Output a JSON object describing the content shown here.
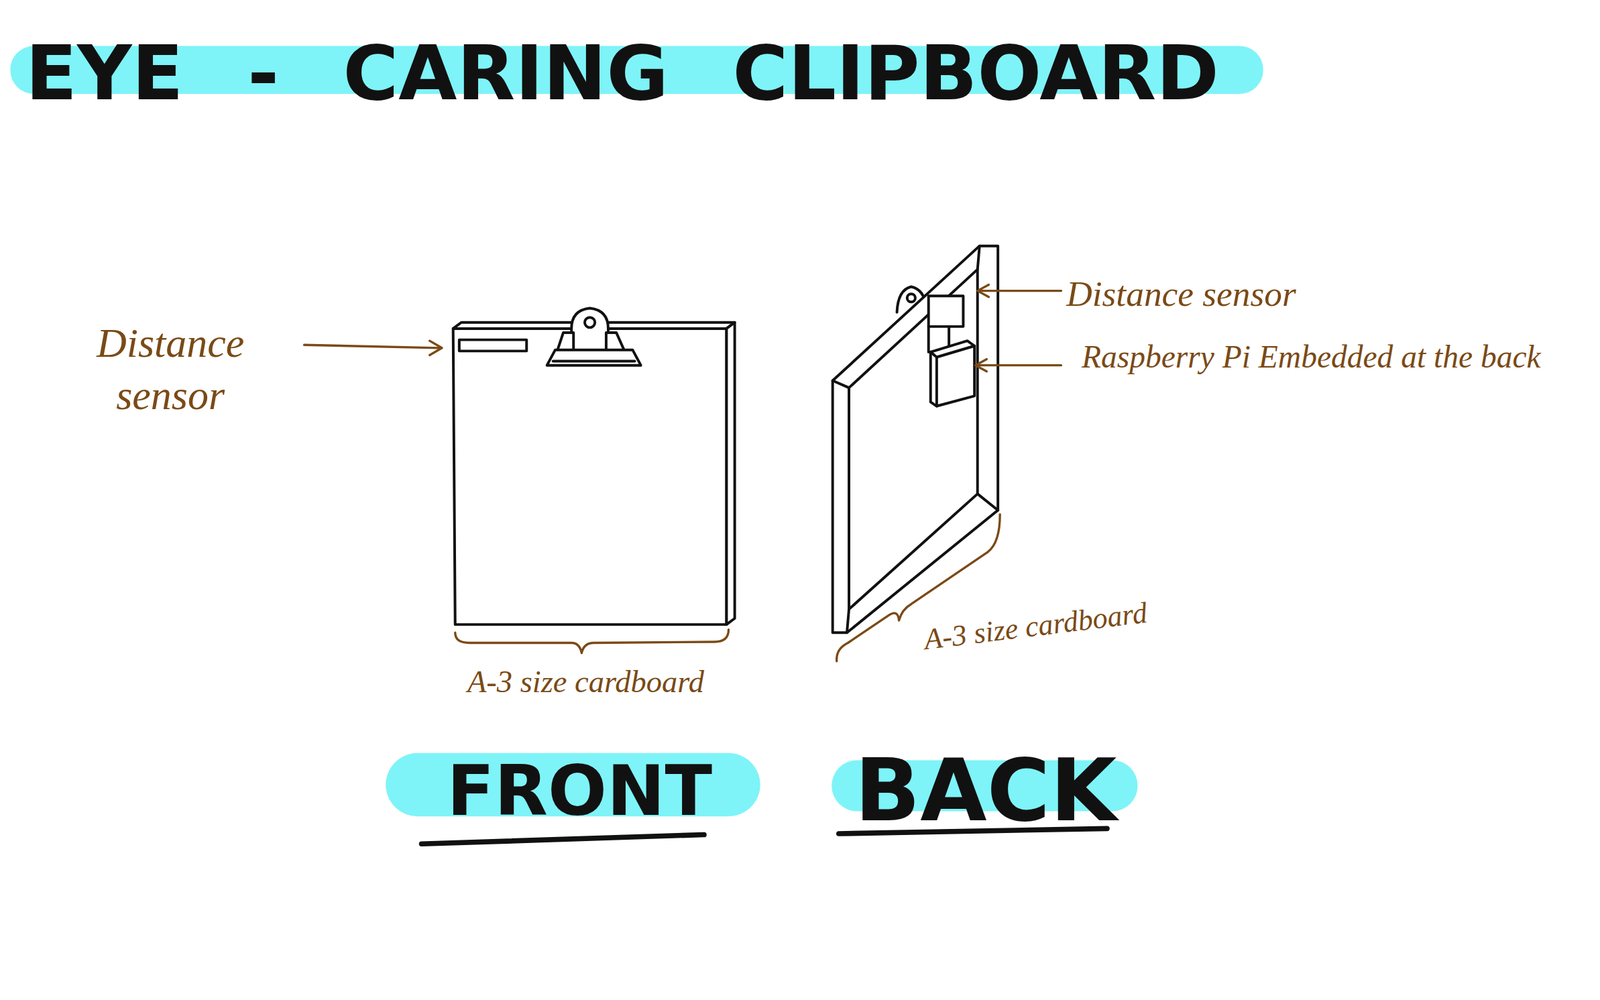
{
  "diagram": {
    "title": "EYE - CARING CLIPBOARD",
    "labels": [
      "Distance sensor",
      "Distance sensor",
      "Raspberry Pi Embedded at the back",
      "A-3 size cardboard",
      "A-3 size cardboard",
      "FRONT",
      "BACK"
    ]
  }
}
